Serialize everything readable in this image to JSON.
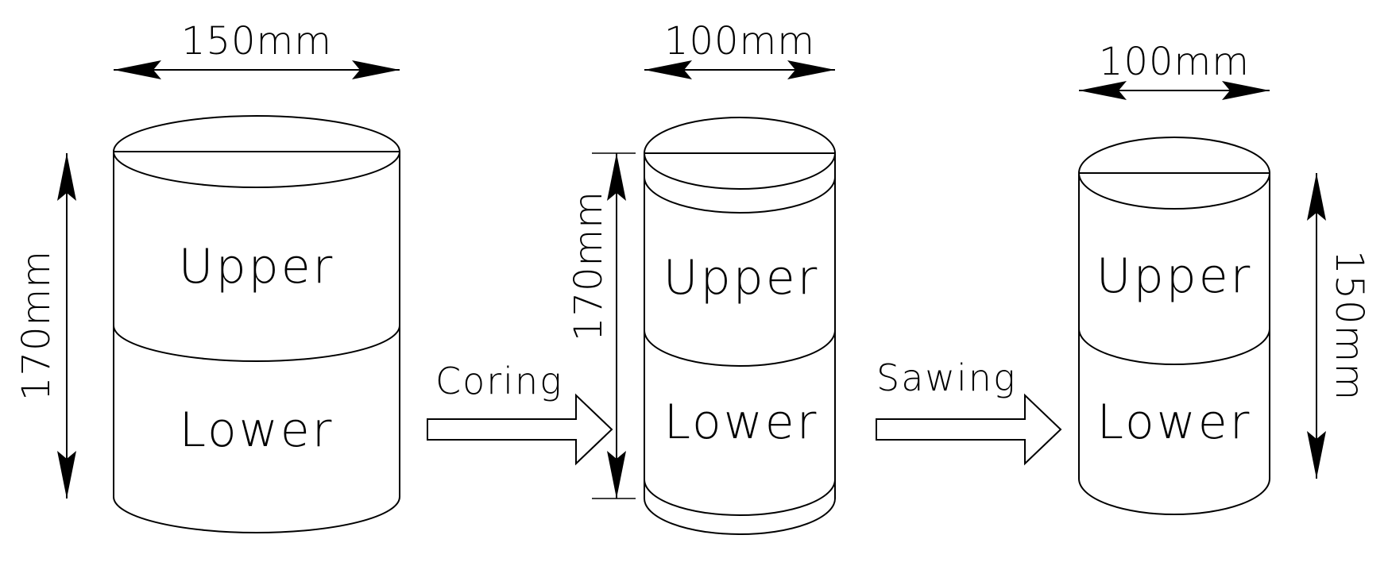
{
  "specimens": [
    {
      "width_label": "150mm",
      "height_label": "170mm",
      "upper_label": "Upper",
      "lower_label": "Lower"
    },
    {
      "width_label": "100mm",
      "height_label": "170mm",
      "upper_label": "Upper",
      "lower_label": "Lower"
    },
    {
      "width_label": "100mm",
      "height_label": "150mm",
      "upper_label": "Upper",
      "lower_label": "Lower"
    }
  ],
  "steps": [
    {
      "label": "Coring"
    },
    {
      "label": "Sawing"
    }
  ],
  "colors": {
    "body_dark": "#0e9a4a",
    "body_light": "#f4fbf5",
    "top_dark": "#00e6ec",
    "top_light": "#eafdfd",
    "stroke": "#000000"
  }
}
